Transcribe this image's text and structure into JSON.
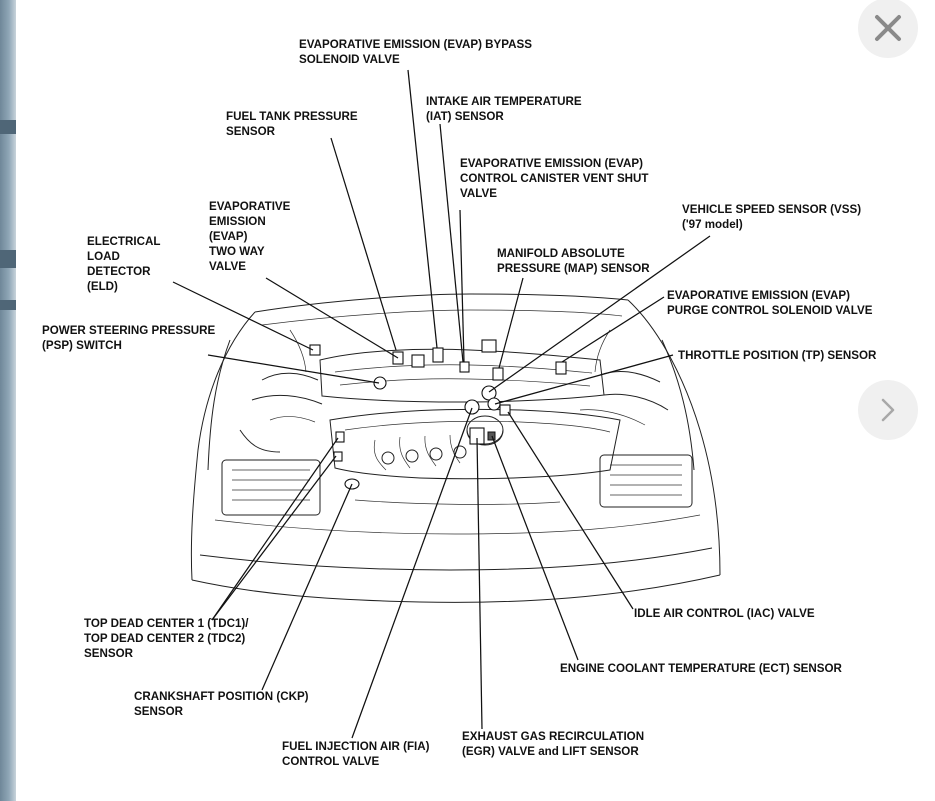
{
  "labels": {
    "evap_bypass": [
      "EVAPORATIVE EMISSION (EVAP) BYPASS",
      "SOLENOID VALVE"
    ],
    "fuel_tank_pressure": [
      "FUEL TANK PRESSURE",
      "SENSOR"
    ],
    "iat": [
      "INTAKE AIR TEMPERATURE",
      "(IAT) SENSOR"
    ],
    "evap_vent": [
      "EVAPORATIVE EMISSION (EVAP)",
      "CONTROL CANISTER VENT SHUT",
      "VALVE"
    ],
    "evap_two_way": [
      "EVAPORATIVE",
      "EMISSION",
      "(EVAP)",
      "TWO WAY",
      "VALVE"
    ],
    "eld": [
      "ELECTRICAL",
      "LOAD",
      "DETECTOR",
      "(ELD)"
    ],
    "vss": [
      "VEHICLE SPEED SENSOR (VSS)",
      "('97 model)"
    ],
    "map": [
      "MANIFOLD ABSOLUTE",
      "PRESSURE (MAP) SENSOR"
    ],
    "evap_purge": [
      "EVAPORATIVE EMISSION (EVAP)",
      "PURGE CONTROL SOLENOID VALVE"
    ],
    "psp": [
      "POWER STEERING PRESSURE",
      "(PSP) SWITCH"
    ],
    "tp": [
      "THROTTLE POSITION (TP) SENSOR"
    ],
    "iac": [
      "IDLE AIR CONTROL (IAC) VALVE"
    ],
    "tdc": [
      "TOP DEAD CENTER 1 (TDC1)/",
      "TOP DEAD CENTER 2 (TDC2)",
      "SENSOR"
    ],
    "ect": [
      "ENGINE COOLANT TEMPERATURE (ECT) SENSOR"
    ],
    "ckp": [
      "CRANKSHAFT POSITION (CKP)",
      "SENSOR"
    ],
    "egr": [
      "EXHAUST GAS RECIRCULATION",
      "(EGR) VALVE and LIFT SENSOR"
    ],
    "fia": [
      "FUEL INJECTION AIR (FIA)",
      "CONTROL VALVE"
    ]
  },
  "icons": {
    "close": "close-icon",
    "next": "chevron-right-icon"
  },
  "colors": {
    "ink": "#111111",
    "button_bg": "#f0f0f0",
    "button_icon": "#8a8a8a"
  }
}
